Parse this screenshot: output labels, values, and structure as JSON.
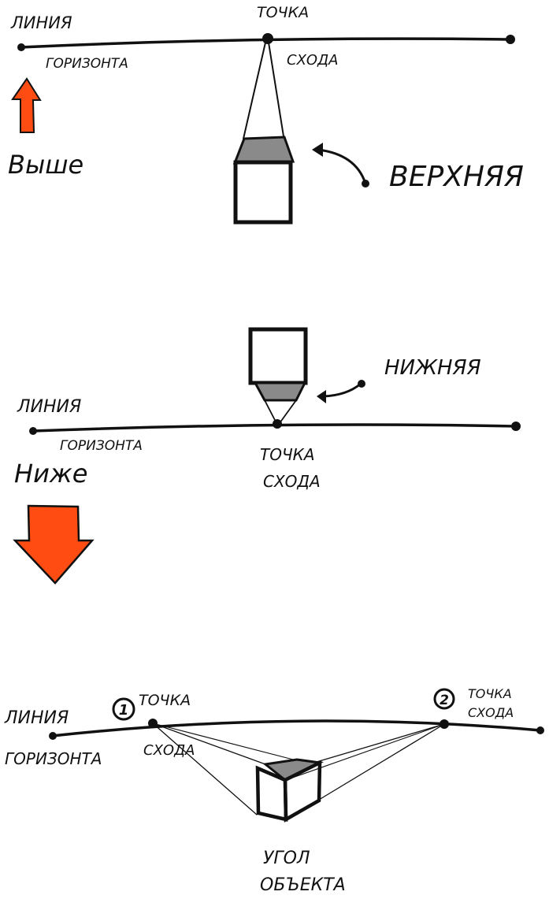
{
  "colors": {
    "ink": "#111111",
    "arrow": "#ff4c12",
    "shade": "#8a8a8a",
    "paper": "#ffffff"
  },
  "section_top": {
    "horizon_label_1": "ЛИНИЯ",
    "horizon_label_2": "ГОРИЗОНТА",
    "vp_label_1": "ТОЧКА",
    "vp_label_2": "СХОДА",
    "direction_label": "Выше",
    "face_label": "ВЕРХНЯЯ"
  },
  "section_middle": {
    "horizon_label_1": "ЛИНИЯ",
    "horizon_label_2": "ГОРИЗОНТА",
    "vp_label_1": "ТОЧКА",
    "vp_label_2": "СХОДА",
    "direction_label": "Ниже",
    "face_label": "НИЖНЯЯ"
  },
  "section_bottom": {
    "horizon_label_1": "ЛИНИЯ",
    "horizon_label_2": "ГОРИЗОНТА",
    "vp1_number": "1",
    "vp1_label_1": "ТОЧКА",
    "vp1_label_2": "СХОДА",
    "vp2_number": "2",
    "vp2_label_1": "ТОЧКА",
    "vp2_label_2": "СХОДА",
    "corner_label_1": "УГОЛ",
    "corner_label_2": "ОБЪЕКТА"
  }
}
